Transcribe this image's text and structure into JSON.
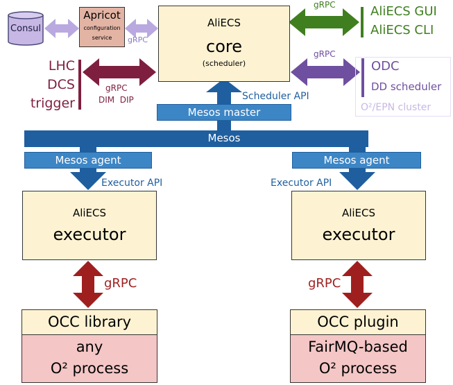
{
  "core": {
    "line1": "AliECS",
    "line2": "core",
    "line3": "(scheduler)"
  },
  "consul": {
    "label": "Consul"
  },
  "apricot": {
    "title": "Apricot",
    "subtitle1": "configuration",
    "subtitle2": "service"
  },
  "grpc": "gRPC",
  "gui": {
    "line1": "AliECS GUI",
    "line2": "AliECS CLI"
  },
  "lhc": {
    "line1": "LHC",
    "line2": "DCS",
    "line3": "trigger",
    "protocols": "DIM  DIP"
  },
  "odc": {
    "line1": "ODC",
    "line2": "DD scheduler",
    "cluster": "O²/EPN cluster"
  },
  "scheduler_api": "Scheduler API",
  "mesos_master": "Mesos master",
  "mesos": "Mesos",
  "mesos_agent": "Mesos agent",
  "executor_api": "Executor API",
  "executor": {
    "line1": "AliECS",
    "line2": "executor"
  },
  "occ_library": "OCC library",
  "occ_plugin": "OCC plugin",
  "proc_left": {
    "line1": "any",
    "line2": "O² process"
  },
  "proc_right": {
    "line1": "FairMQ-based",
    "line2": "O² process"
  },
  "colors": {
    "mesos_blue": "#1f5f9f",
    "grpc_green": "#3f7f1f",
    "grpc_maroon": "#7f1f3f",
    "grpc_purple": "#6f4f9f",
    "grpc_red": "#9f1f1f",
    "box_yellow": "#fdf3d3",
    "box_pink": "#f4c6c6"
  }
}
